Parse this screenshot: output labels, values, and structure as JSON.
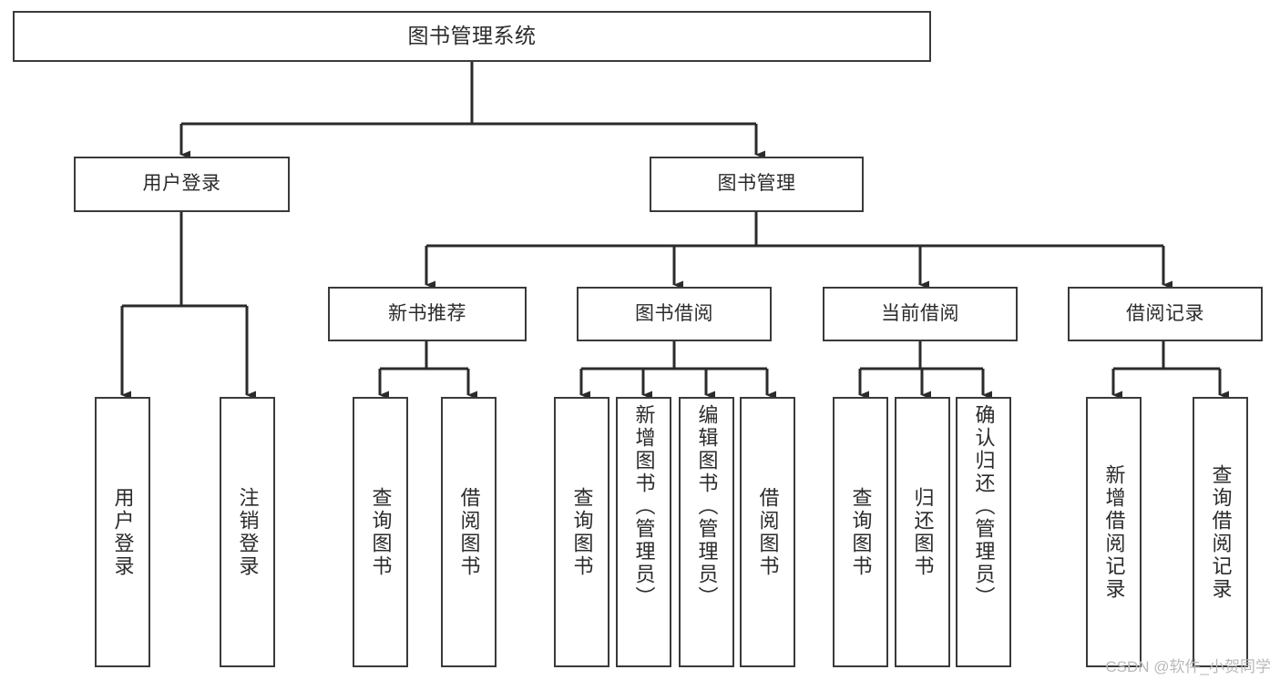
{
  "diagram": {
    "title": "图书管理系统",
    "type": "tree-hierarchy-diagram",
    "colors": {
      "box_border": "#3a3a3a",
      "box_fill": "#ffffff",
      "connector": "#2b2b2b",
      "text": "#2b2b2b",
      "watermark": "#b9b9b9",
      "background": "#ffffff"
    },
    "root": {
      "label": "图书管理系统"
    },
    "level2": [
      {
        "label": "用户登录"
      },
      {
        "label": "图书管理"
      }
    ],
    "level3": [
      {
        "label": "新书推荐"
      },
      {
        "label": "图书借阅"
      },
      {
        "label": "当前借阅"
      },
      {
        "label": "借阅记录"
      }
    ],
    "leaves": {
      "user_login": [
        {
          "label": "用户登录"
        },
        {
          "label": "注销登录"
        }
      ],
      "new_book_recommend": [
        {
          "label": "查询图书"
        },
        {
          "label": "借阅图书"
        }
      ],
      "book_borrow": [
        {
          "label": "查询图书"
        },
        {
          "label": "新增图书（管理员）"
        },
        {
          "label": "编辑图书（管理员）"
        },
        {
          "label": "借阅图书"
        }
      ],
      "current_borrow": [
        {
          "label": "查询图书"
        },
        {
          "label": "归还图书"
        },
        {
          "label": "确认归还（管理员）"
        }
      ],
      "borrow_record": [
        {
          "label": "新增借阅记录"
        },
        {
          "label": "查询借阅记录"
        }
      ]
    },
    "watermark": "CSDN @软件_小贺同学"
  }
}
